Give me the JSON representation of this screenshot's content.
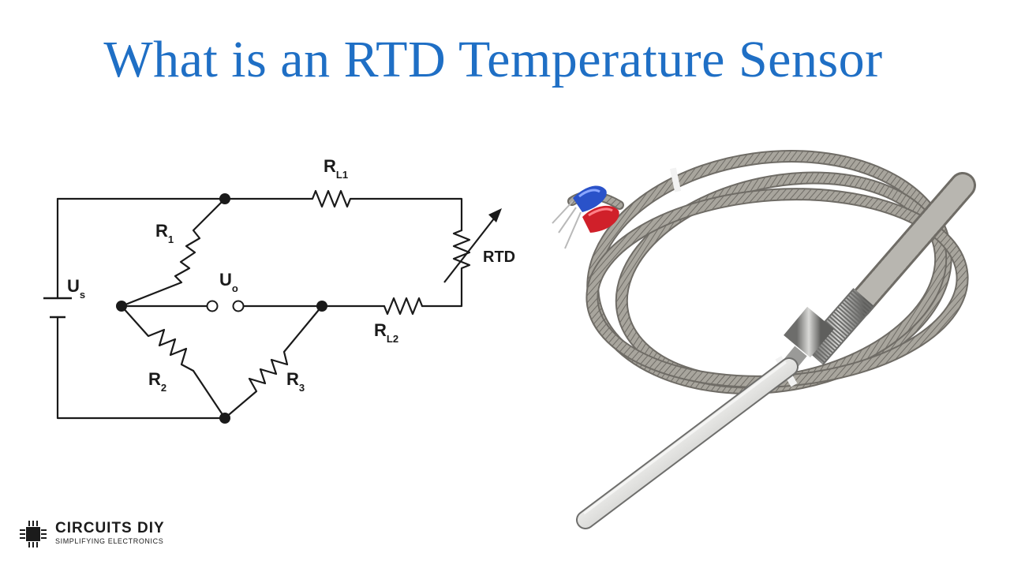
{
  "page": {
    "title": "What is an RTD Temperature Sensor",
    "title_color": "#1f6fc5"
  },
  "circuit": {
    "labels": {
      "rl1_main": "R",
      "rl1_sub": "L1",
      "r1_main": "R",
      "r1_sub": "1",
      "rtd": "RTD",
      "us_main": "U",
      "us_sub": "s",
      "uo_main": "U",
      "uo_sub": "o",
      "rl2_main": "R",
      "rl2_sub": "L2",
      "r2_main": "R",
      "r2_sub": "2",
      "r3_main": "R",
      "r3_sub": "3"
    },
    "wire_color": "#1a1a1a"
  },
  "sensor": {
    "icon": "rtd-probe-photo",
    "cable_color": "#9d9a92",
    "probe_color": "#c9c9c7",
    "terminal_colors": [
      "#2a52c9",
      "#d0202a"
    ]
  },
  "logo": {
    "brand": "CIRCUITS DIY",
    "tagline": "SIMPLIFYING ELECTRONICS",
    "icon": "chip-icon"
  }
}
